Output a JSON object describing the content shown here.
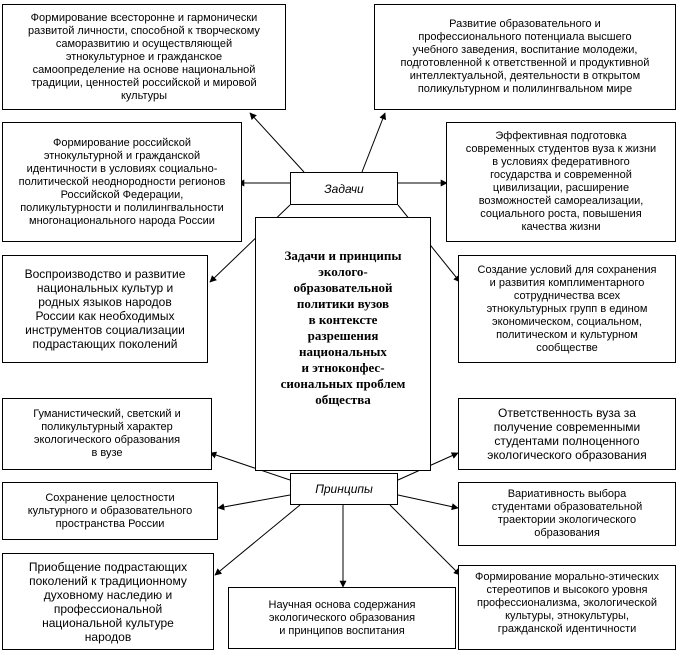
{
  "center": {
    "title": "Задачи и принципы\nэколого-\nобразовательной\nполитики вузов\nв контексте\nразрешения\nнациональных\nи этноконфес-\nсиональных проблем\nобщества"
  },
  "labels": {
    "tasks": "Задачи",
    "principles": "Принципы"
  },
  "tasks": [
    "Формирование всесторонне и гармонически\nразвитой личности, способной к творческому\nсаморазвитию и осуществляющей\nэтнокультурное и гражданское\nсамоопределение на основе национальной\nтрадиции, ценностей российской и мировой\nкультуры",
    "Развитие образовательного и\nпрофессионального потенциала высшего\nучебного заведения, воспитание молодежи,\nподготовленной к ответственной и продуктивной\nинтеллектуальной, деятельности в открытом\nполикультурном и полилингвальном мире",
    "Формирование российской\nэтнокультурной и гражданской\nидентичности в условиях социально-\nполитической неоднородности регионов\nРоссийской Федерации,\nполикультурности и полилингвальности\nмногонационального народа России",
    "Эффективная подготовка\nсовременных студентов вуза к жизни\nв условиях федеративного\nгосударства и современной\nцивилизации, расширение\nвозможностей самореализации,\nсоциального роста, повышения\nкачества жизни",
    "Воспроизводство и развитие\nнациональных культур и\nродных языков народов\nРоссии как необходимых\nинструментов социализации\nподрастающих поколений",
    "Создание условий для сохранения\nи развития комплиментарного\nсотрудничества всех\nэтнокультурных групп в едином\nэкономическом, социальном,\nполитическом и культурном\nсообществе"
  ],
  "principles": [
    "Гуманистический, светский и\nполикультурный характер\nэкологического образования\nв вузе",
    "Ответственность  вуза за\nполучение   современными\nстудентами полноценного\nэкологического образования",
    "Сохранение целостности\nкультурного и образовательного\nпространства России",
    "Вариативность выбора\nстудентами образовательной\nтраектории экологического\nобразования",
    "Приобщение подрастающих\nпоколений к традиционному\nдуховному наследию и\nпрофессиональной\nнациональной культуре\nнародов",
    "Научная основа содержания\nэкологического образования\nи принципов воспитания",
    "Формирование морально-этических\nстереотипов и высокого уровня\nпрофессионализма, экологической\nкультуры, этнокультуры,\nгражданской идентичности"
  ]
}
